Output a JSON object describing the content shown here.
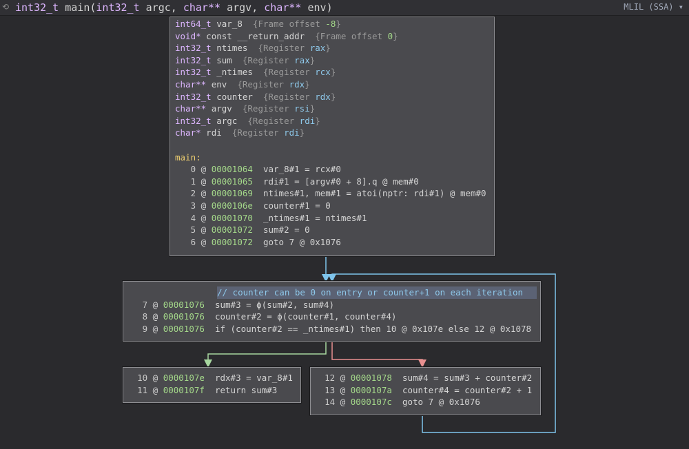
{
  "header": {
    "history_icon": "history-icon",
    "ret_type": "int32_t",
    "func_name": "main",
    "params": [
      {
        "type": "int32_t",
        "name": "argc"
      },
      {
        "type": "char**",
        "name": "argv"
      },
      {
        "type": "char**",
        "name": "env"
      }
    ],
    "view_label": "MLIL (SSA)",
    "dropdown_icon": "▾"
  },
  "vars": [
    {
      "type": "int64_t",
      "name": "var_8",
      "loc": "Frame offset",
      "val": "-8"
    },
    {
      "type": "void*",
      "name": "const __return_addr",
      "loc": "Frame offset",
      "val": "0"
    },
    {
      "type": "int32_t",
      "name": "ntimes",
      "loc": "Register",
      "val": "rax"
    },
    {
      "type": "int32_t",
      "name": "sum",
      "loc": "Register",
      "val": "rax"
    },
    {
      "type": "int32_t",
      "name": "_ntimes",
      "loc": "Register",
      "val": "rcx"
    },
    {
      "type": "char**",
      "name": "env",
      "loc": "Register",
      "val": "rdx"
    },
    {
      "type": "int32_t",
      "name": "counter",
      "loc": "Register",
      "val": "rdx"
    },
    {
      "type": "char**",
      "name": "argv",
      "loc": "Register",
      "val": "rsi"
    },
    {
      "type": "int32_t",
      "name": "argc",
      "loc": "Register",
      "val": "rdi"
    },
    {
      "type": "char*",
      "name": "rdi",
      "loc": "Register",
      "val": "rdi"
    }
  ],
  "entry_label": "main:",
  "entry_lines": [
    {
      "i": "0",
      "addr": "00001064",
      "code": "var_8#1 = rcx#0"
    },
    {
      "i": "1",
      "addr": "00001065",
      "code": "rdi#1 = [argv#0 + 8].q @ mem#0"
    },
    {
      "i": "2",
      "addr": "00001069",
      "code": "ntimes#1, mem#1 = atoi(nptr: rdi#1) @ mem#0"
    },
    {
      "i": "3",
      "addr": "0000106e",
      "code": "counter#1 = 0"
    },
    {
      "i": "4",
      "addr": "00001070",
      "code": "_ntimes#1 = ntimes#1"
    },
    {
      "i": "5",
      "addr": "00001072",
      "code": "sum#2 = 0"
    },
    {
      "i": "6",
      "addr": "00001072",
      "code": "goto 7 @ 0x1076"
    }
  ],
  "loop_comment": "// counter can be 0 on entry or counter+1 on each iteration",
  "loop_lines": [
    {
      "i": "7",
      "addr": "00001076",
      "code": "sum#3 = ϕ(sum#2, sum#4)"
    },
    {
      "i": "8",
      "addr": "00001076",
      "code": "counter#2 = ϕ(counter#1, counter#4)"
    },
    {
      "i": "9",
      "addr": "00001076",
      "code": "if (counter#2 == _ntimes#1) then 10 @ 0x107e else 12 @ 0x1078"
    }
  ],
  "exit_lines": [
    {
      "i": "10",
      "addr": "0000107e",
      "code": "rdx#3 = var_8#1"
    },
    {
      "i": "11",
      "addr": "0000107f",
      "code": "return sum#3"
    }
  ],
  "body_lines": [
    {
      "i": "12",
      "addr": "00001078",
      "code": "sum#4 = sum#3 + counter#2"
    },
    {
      "i": "13",
      "addr": "0000107a",
      "code": "counter#4 = counter#2 + 1"
    },
    {
      "i": "14",
      "addr": "0000107c",
      "code": "goto 7 @ 0x1076"
    }
  ],
  "colors": {
    "edge_unconditional": "#7ec4ec",
    "edge_true": "#a8d8a0",
    "edge_false": "#e89090",
    "edge_back": "#7ec4ec"
  }
}
